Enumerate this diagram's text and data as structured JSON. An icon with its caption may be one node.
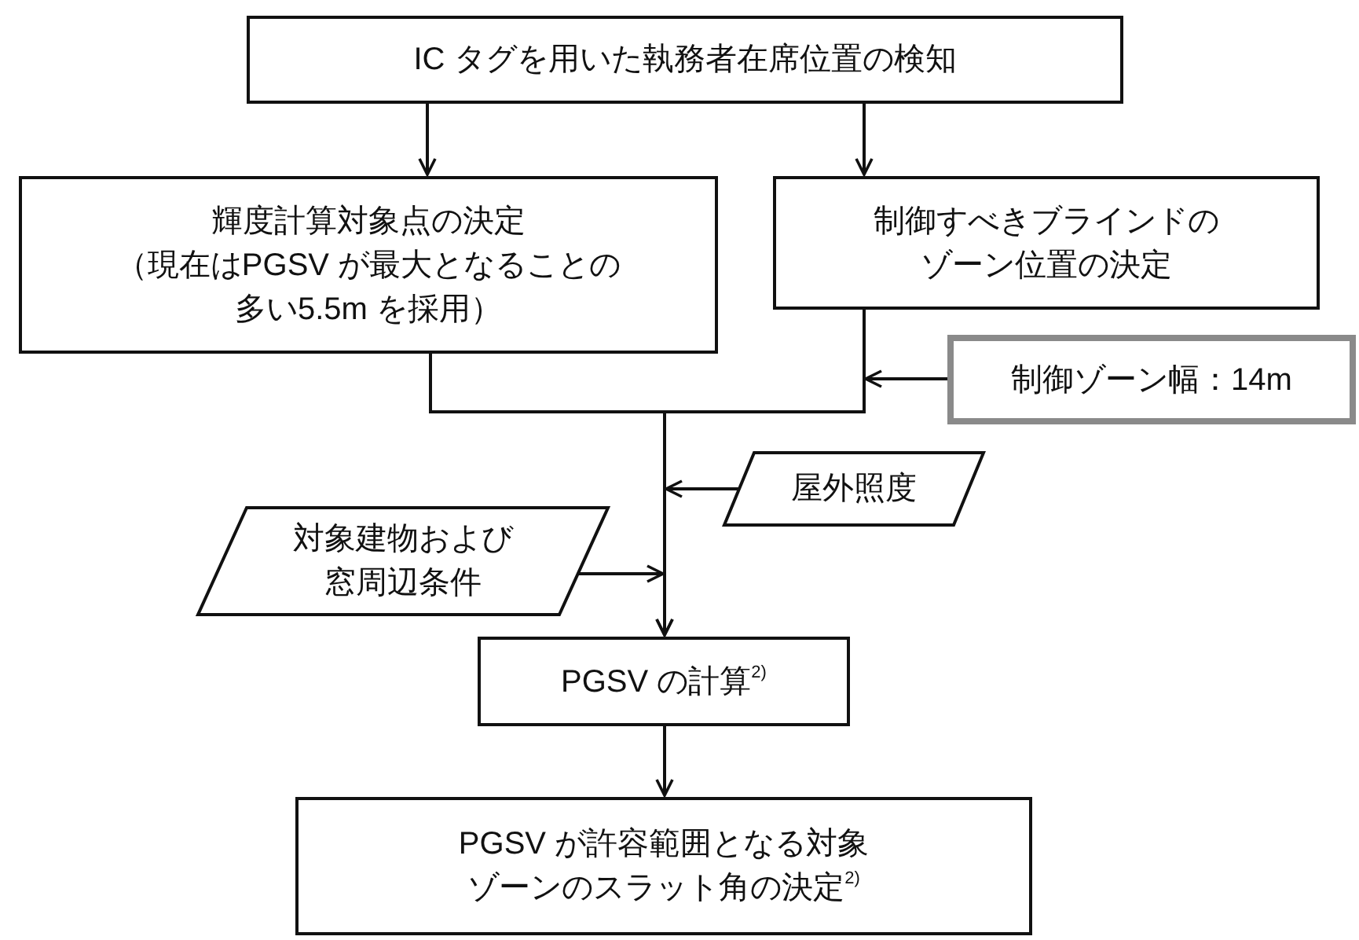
{
  "diagram": {
    "nodes": [
      {
        "text": [
          "IC タグを用いた執務者在席位置の検知"
        ]
      },
      {
        "text": [
          "輝度計算対象点の決定",
          "（現在はPGSV が最大となることの多い5.5m を採用）"
        ]
      },
      {
        "text": [
          "制御すべきブラインドのゾーン位置の決定"
        ]
      },
      {
        "text": [
          "制御ゾーン幅：14m"
        ]
      },
      {
        "text": [
          "屋外照度"
        ]
      },
      {
        "text": [
          "対象建物および窓周辺条件"
        ]
      },
      {
        "text": [
          "PGSV の計算$^{2)}$"
        ]
      },
      {
        "text": [
          "PGSV が許容範囲となる対象ゾーンのスラット角の決定$^{2)}$"
        ]
      }
    ],
    "edges": [
      {
        "from": 0,
        "to": 1,
        "arrow": "to"
      },
      {
        "from": 0,
        "to": 2,
        "arrow": "to"
      },
      {
        "from": 1,
        "to": 6,
        "arrow": "to"
      },
      {
        "from": 2,
        "to": 6,
        "arrow": "to"
      },
      {
        "from": 3,
        "to": null,
        "arrow": "to"
      },
      {
        "from": 4,
        "to": null,
        "arrow": "to"
      },
      {
        "from": 5,
        "to": null,
        "arrow": "to"
      },
      {
        "from": 6,
        "to": 7,
        "arrow": "to"
      }
    ]
  }
}
